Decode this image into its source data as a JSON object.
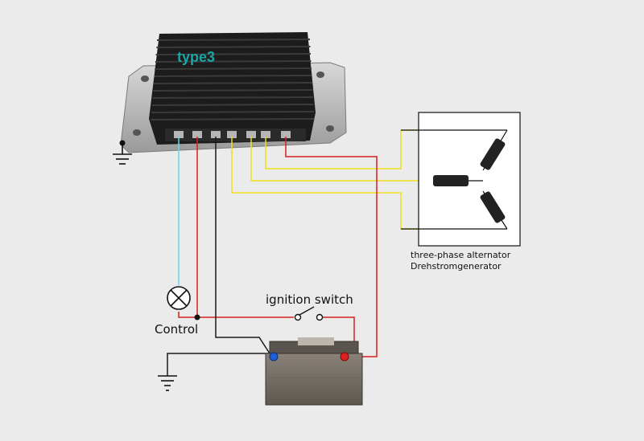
{
  "regulator": {
    "label": "type3"
  },
  "alternator": {
    "label_en": "three-phase alternator",
    "label_de": "Drehstromgenerator"
  },
  "labels": {
    "ignition": "ignition switch",
    "control": "Control"
  },
  "colors": {
    "background": "#ebebeb",
    "yellow_wire": "#f0e020",
    "red_wire": "#d81e1e",
    "cyan_wire": "#6fd3e6",
    "black_wire": "#1a1a1a",
    "housing": "#1c1c1c",
    "label_teal": "#1aa6a6"
  },
  "icons": [
    "ground-icon",
    "lamp-icon",
    "switch-icon",
    "battery-icon",
    "alternator-icon"
  ]
}
